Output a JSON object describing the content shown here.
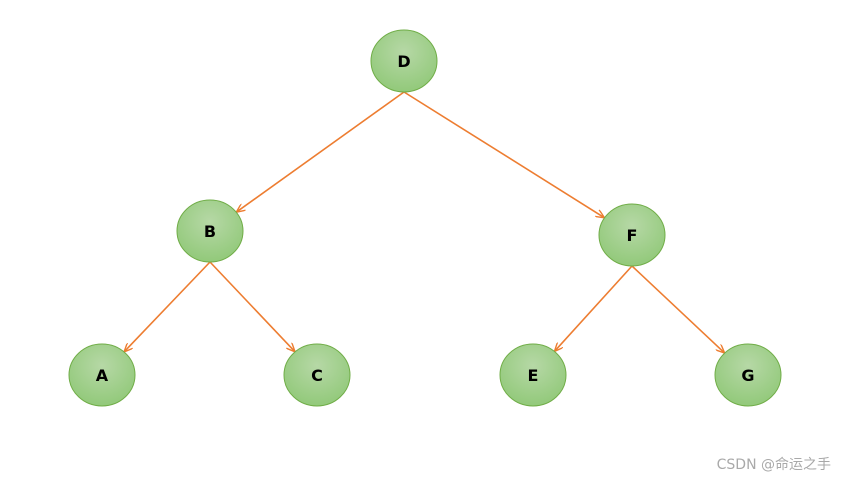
{
  "diagram": {
    "type": "binary-tree",
    "colors": {
      "node_fill_top": "#b6d8a6",
      "node_fill_bottom": "#92c97a",
      "node_stroke": "#70ad47",
      "edge": "#ed7d31"
    },
    "nodes": [
      {
        "id": "D",
        "label": "D"
      },
      {
        "id": "B",
        "label": "B"
      },
      {
        "id": "F",
        "label": "F"
      },
      {
        "id": "A",
        "label": "A"
      },
      {
        "id": "C",
        "label": "C"
      },
      {
        "id": "E",
        "label": "E"
      },
      {
        "id": "G",
        "label": "G"
      }
    ],
    "edges": [
      {
        "from": "D",
        "to": "B"
      },
      {
        "from": "D",
        "to": "F"
      },
      {
        "from": "B",
        "to": "A"
      },
      {
        "from": "B",
        "to": "C"
      },
      {
        "from": "F",
        "to": "E"
      },
      {
        "from": "F",
        "to": "G"
      }
    ]
  },
  "watermark": "CSDN @命运之手"
}
